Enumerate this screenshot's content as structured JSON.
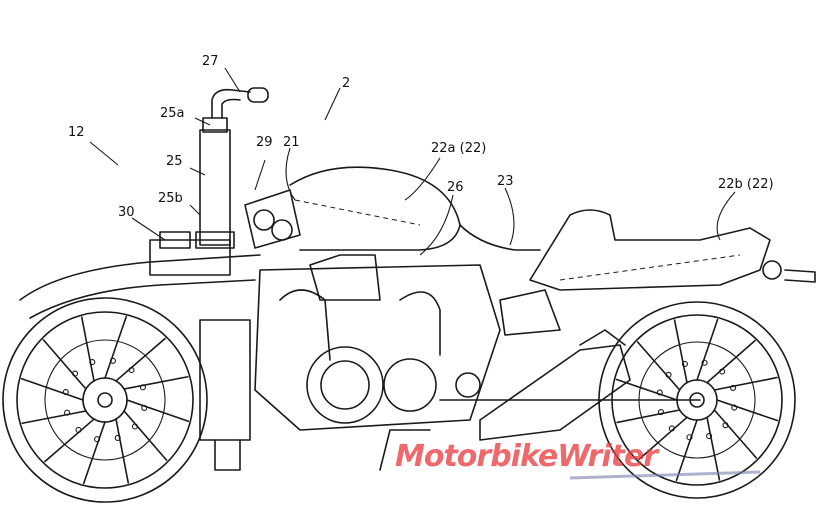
{
  "figure": {
    "labels": {
      "l27": "27",
      "l2": "2",
      "l25a": "25a",
      "l12": "12",
      "l25": "25",
      "l29": "29",
      "l21": "21",
      "l22a": "22a (22)",
      "l23": "23",
      "l22b": "22b (22)",
      "l25b": "25b",
      "l30": "30",
      "l26": "26"
    },
    "watermark": "MotorbikeWriter",
    "watermark_color": "#e8383c"
  }
}
